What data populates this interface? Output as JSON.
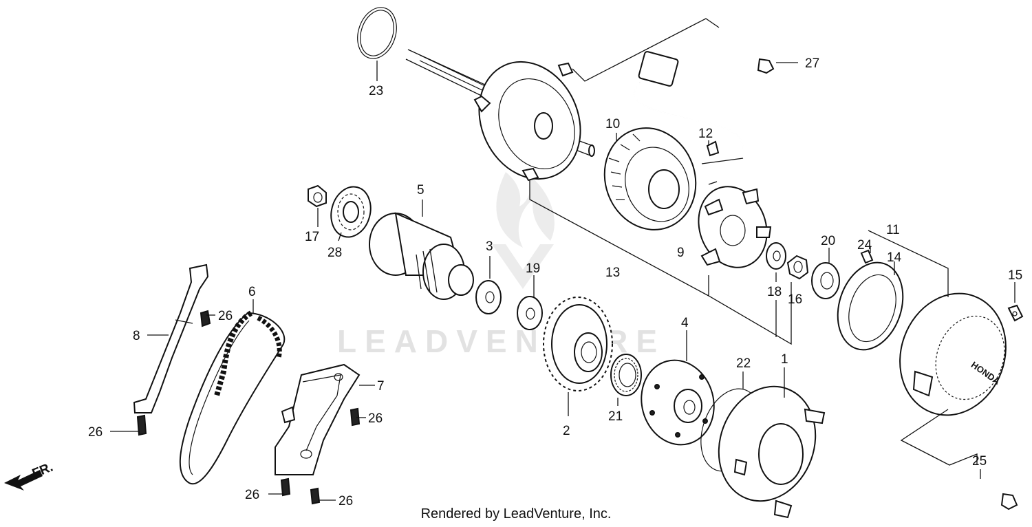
{
  "watermark": {
    "text": "LEADVENTURE"
  },
  "footer": {
    "credit": "Rendered by LeadVenture, Inc."
  },
  "direction_indicator": {
    "label": "FR."
  },
  "cover_brand": "HONDA",
  "callouts": [
    {
      "id": "c1",
      "label": "1"
    },
    {
      "id": "c2",
      "label": "2"
    },
    {
      "id": "c3",
      "label": "3"
    },
    {
      "id": "c4",
      "label": "4"
    },
    {
      "id": "c5",
      "label": "5"
    },
    {
      "id": "c6",
      "label": "6"
    },
    {
      "id": "c7",
      "label": "7"
    },
    {
      "id": "c8",
      "label": "8"
    },
    {
      "id": "c9",
      "label": "9"
    },
    {
      "id": "c10",
      "label": "10"
    },
    {
      "id": "c11",
      "label": "11"
    },
    {
      "id": "c12",
      "label": "12"
    },
    {
      "id": "c13",
      "label": "13"
    },
    {
      "id": "c14",
      "label": "14"
    },
    {
      "id": "c15",
      "label": "15"
    },
    {
      "id": "c16",
      "label": "16"
    },
    {
      "id": "c17",
      "label": "17"
    },
    {
      "id": "c18",
      "label": "18"
    },
    {
      "id": "c19",
      "label": "19"
    },
    {
      "id": "c20",
      "label": "20"
    },
    {
      "id": "c21",
      "label": "21"
    },
    {
      "id": "c22",
      "label": "22"
    },
    {
      "id": "c23",
      "label": "23"
    },
    {
      "id": "c24",
      "label": "24"
    },
    {
      "id": "c25",
      "label": "25"
    },
    {
      "id": "c26a",
      "label": "26"
    },
    {
      "id": "c26b",
      "label": "26"
    },
    {
      "id": "c26c",
      "label": "26"
    },
    {
      "id": "c26d",
      "label": "26"
    },
    {
      "id": "c26e",
      "label": "26"
    },
    {
      "id": "c27",
      "label": "27"
    },
    {
      "id": "c28",
      "label": "28"
    }
  ]
}
